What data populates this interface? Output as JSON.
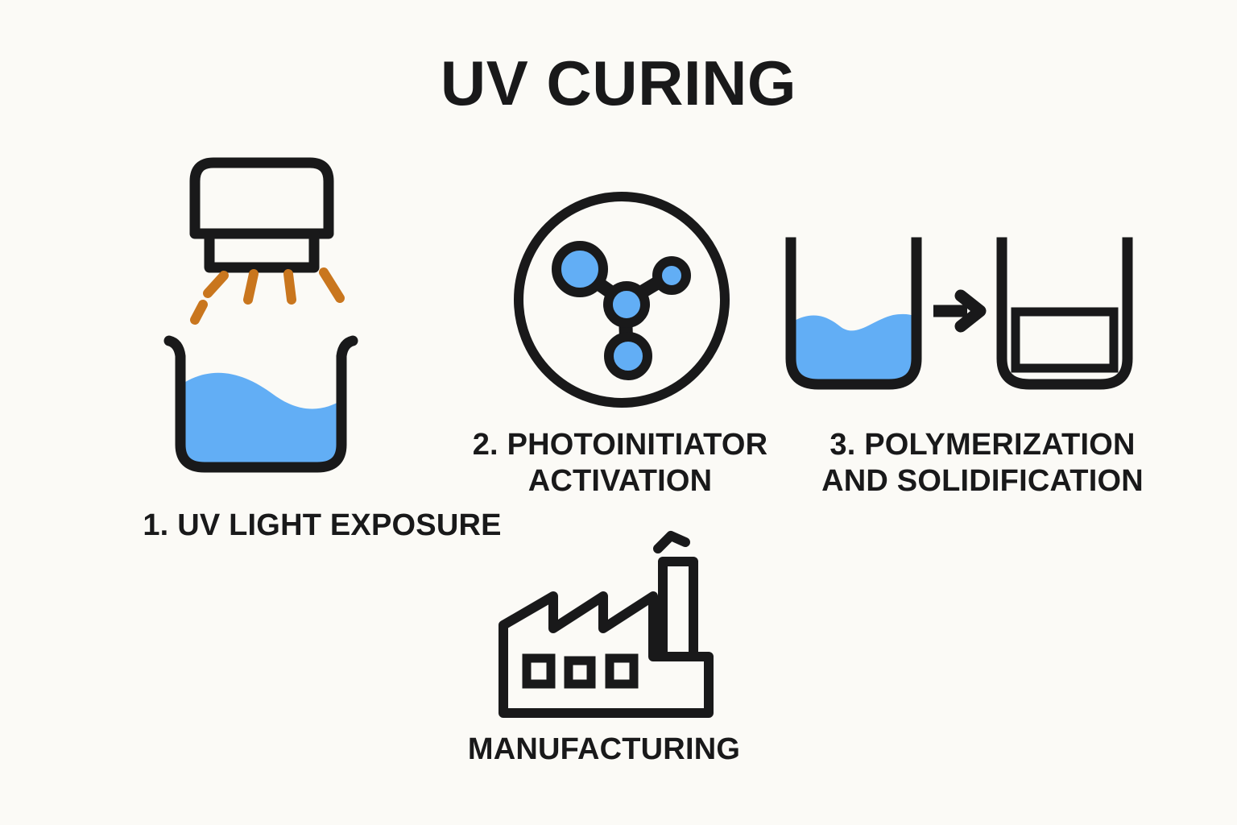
{
  "page": {
    "title": "UV CURING",
    "background_color": "#fbfaf6",
    "ink_color": "#19191a",
    "accent_blue": "#62aef5",
    "accent_orange": "#c9761e"
  },
  "steps": [
    {
      "id": "step-1",
      "number": "1.",
      "caption": "1. UV LIGHT EXPOSURE",
      "icon_name": "uv-lamp-over-beaker-icon",
      "elements": [
        "uv-lamp",
        "uv-light-rays",
        "beaker-with-resin"
      ],
      "ray_count": 5,
      "liquid_color": "#62aef5",
      "ray_color": "#c9761e"
    },
    {
      "id": "step-2",
      "number": "2.",
      "caption": "2. PHOTOINITIATOR\nACTIVATION",
      "icon_name": "molecule-in-circle-icon",
      "elements": [
        "circle-outline",
        "molecule-nodes",
        "molecule-bonds"
      ],
      "node_count": 4,
      "node_color": "#62aef5"
    },
    {
      "id": "step-3",
      "number": "3.",
      "caption": "3. POLYMERIZATION\nAND SOLIDIFICATION",
      "icon_name": "liquid-to-solid-containers-icon",
      "elements": [
        "container-with-liquid",
        "right-arrow",
        "container-with-solid-block"
      ],
      "liquid_color": "#62aef5"
    },
    {
      "id": "step-4",
      "number": "",
      "caption": "MANUFACTURING",
      "icon_name": "factory-icon",
      "elements": [
        "factory-body",
        "sawtooth-roof",
        "windows",
        "chimney",
        "smoke-mark"
      ],
      "window_count": 3
    }
  ]
}
